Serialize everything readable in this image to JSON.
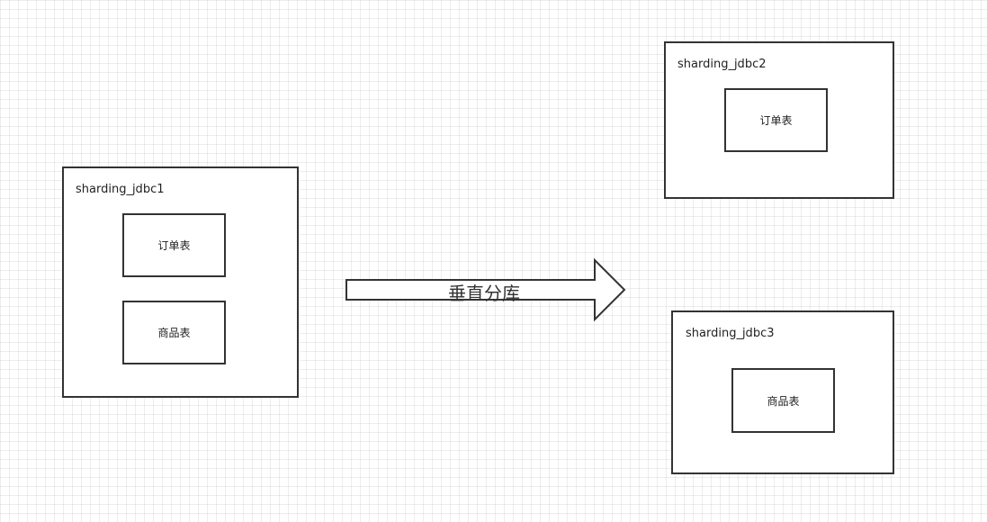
{
  "canvas": {
    "background": "#ffffff",
    "grid": true,
    "stroke_color": "#333333"
  },
  "source_db": {
    "name": "sharding_jdbc1",
    "tables": [
      "订单表",
      "商品表"
    ]
  },
  "transform": {
    "label": "垂直分库",
    "direction": "right"
  },
  "target_dbs": [
    {
      "name": "sharding_jdbc2",
      "tables": [
        "订单表"
      ]
    },
    {
      "name": "sharding_jdbc3",
      "tables": [
        "商品表"
      ]
    }
  ]
}
